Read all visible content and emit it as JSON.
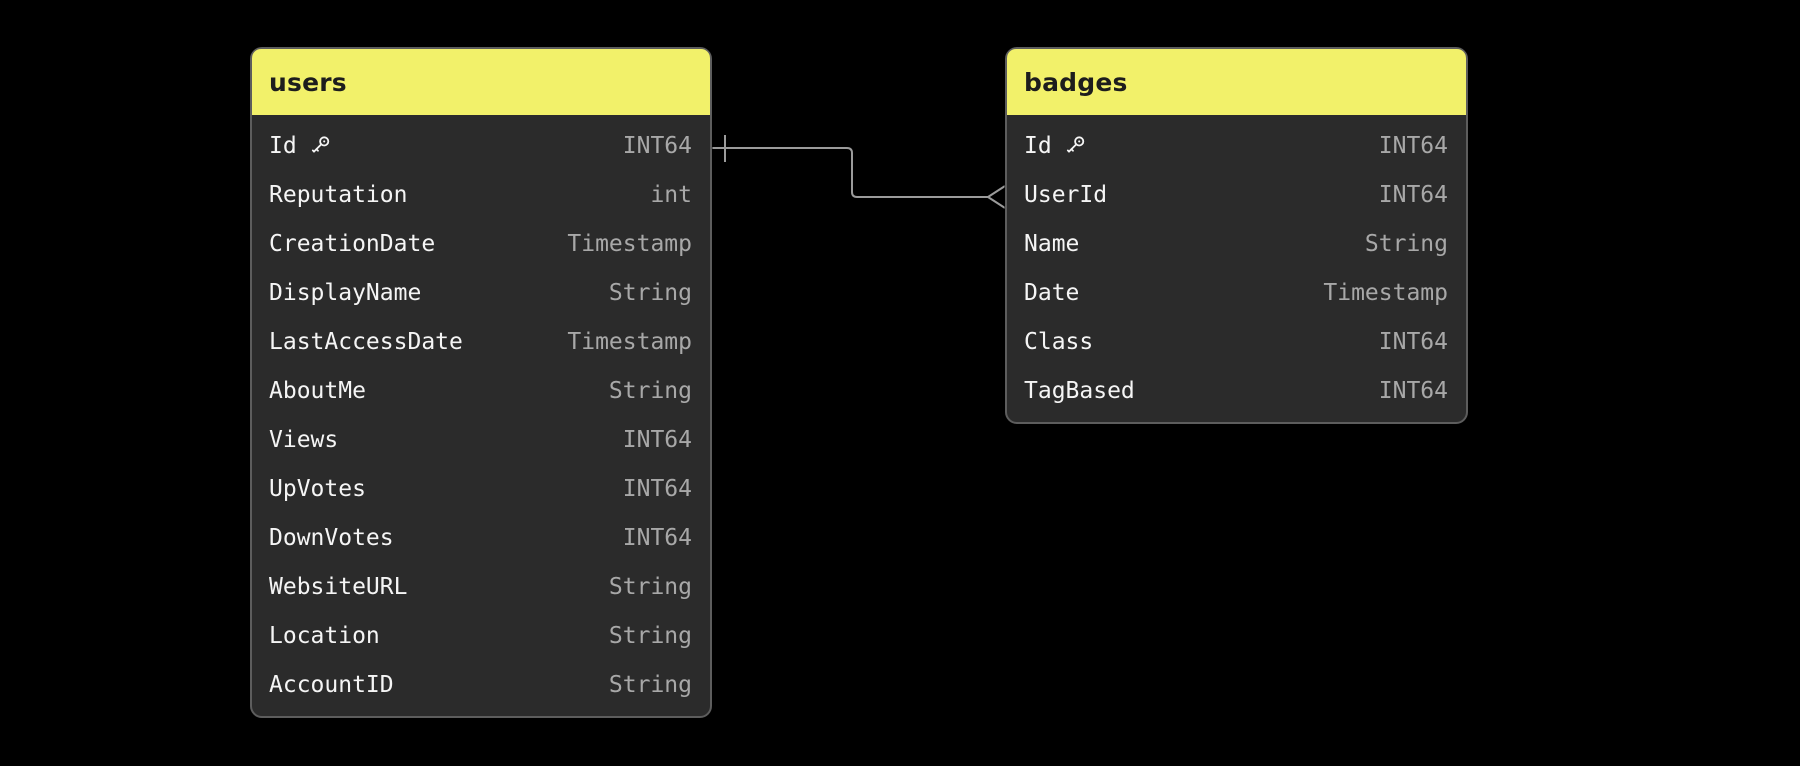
{
  "diagram": {
    "canvas_background": "#000000",
    "header_color": "#f2f16a",
    "header_text_color": "#1d1d1d",
    "table_background": "#2b2b2b",
    "table_border_color": "#5d5d5d",
    "field_name_color": "#f5f5f5",
    "field_type_color": "#a8a8a8",
    "relationship_line_color": "#9b9b9b",
    "tables": [
      {
        "name": "users",
        "fields": [
          {
            "name": "Id",
            "type": "INT64",
            "primary_key": true
          },
          {
            "name": "Reputation",
            "type": "int",
            "primary_key": false
          },
          {
            "name": "CreationDate",
            "type": "Timestamp",
            "primary_key": false
          },
          {
            "name": "DisplayName",
            "type": "String",
            "primary_key": false
          },
          {
            "name": "LastAccessDate",
            "type": "Timestamp",
            "primary_key": false
          },
          {
            "name": "AboutMe",
            "type": "String",
            "primary_key": false
          },
          {
            "name": "Views",
            "type": "INT64",
            "primary_key": false
          },
          {
            "name": "UpVotes",
            "type": "INT64",
            "primary_key": false
          },
          {
            "name": "DownVotes",
            "type": "INT64",
            "primary_key": false
          },
          {
            "name": "WebsiteURL",
            "type": "String",
            "primary_key": false
          },
          {
            "name": "Location",
            "type": "String",
            "primary_key": false
          },
          {
            "name": "AccountID",
            "type": "String",
            "primary_key": false
          }
        ]
      },
      {
        "name": "badges",
        "fields": [
          {
            "name": "Id",
            "type": "INT64",
            "primary_key": true
          },
          {
            "name": "UserId",
            "type": "INT64",
            "primary_key": false
          },
          {
            "name": "Name",
            "type": "String",
            "primary_key": false
          },
          {
            "name": "Date",
            "type": "Timestamp",
            "primary_key": false
          },
          {
            "name": "Class",
            "type": "INT64",
            "primary_key": false
          },
          {
            "name": "TagBased",
            "type": "INT64",
            "primary_key": false
          }
        ]
      }
    ],
    "relationship": {
      "from_table": "users",
      "from_field": "Id",
      "from_cardinality": "one",
      "to_table": "badges",
      "to_field": "UserId",
      "to_cardinality": "many"
    }
  }
}
